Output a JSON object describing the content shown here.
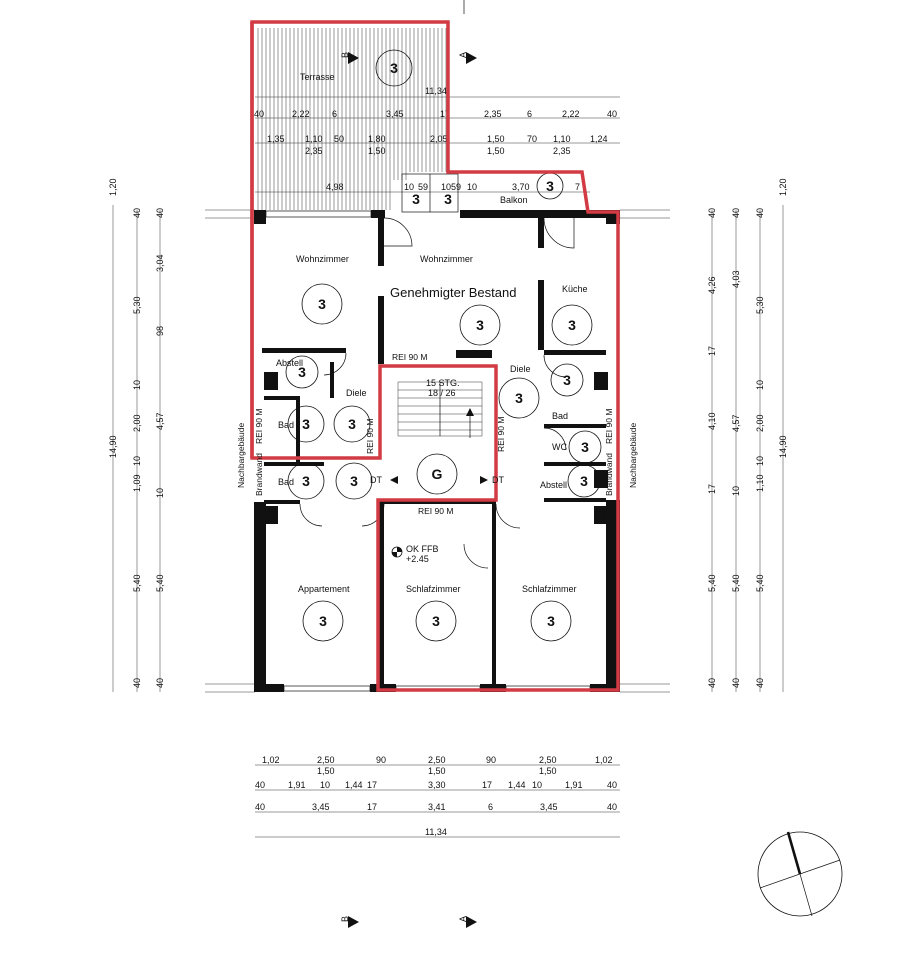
{
  "title": "Genehmigter Bestand",
  "rooms": {
    "terrasse": "Terrasse",
    "balkon": "Balkon",
    "wohnzimmer1": "Wohnzimmer",
    "wohnzimmer2": "Wohnzimmer",
    "kueche": "Küche",
    "abstell_left": "Abstell",
    "diele_left": "Diele",
    "diele_right": "Diele",
    "bad_left1": "Bad",
    "bad_left2": "Bad",
    "bad_right": "Bad",
    "wc": "WC",
    "abstell_right": "Abstell",
    "appartement": "Appartement",
    "schlafzimmer1": "Schlafzimmer",
    "schlafzimmer2": "Schlafzimmer"
  },
  "labels": {
    "rei_top": "REI 90 M",
    "rei_mid": "REI 90 M",
    "rei_left_v": "REI 90 M",
    "rei_right_v": "REI 90 M",
    "rei_outer_left": "REI 90 M",
    "rei_outer_right": "REI 90 M",
    "brandwand_left": "Brandwand",
    "brandwand_right": "Brandwand",
    "nachbar_left": "Nachbargebäude",
    "nachbar_right": "Nachbargebäude",
    "stair_1": "15 STG.",
    "stair_2": "18 / 26",
    "dt_left": "DT",
    "dt_right": "DT",
    "okffb_1": "OK FFB",
    "okffb_2": "+2.45",
    "section_b": "B",
    "section_a": "A"
  },
  "markers": {
    "three": "3",
    "g": "G"
  },
  "dims_top": {
    "row0": "11,34",
    "row1": [
      "40",
      "2,22",
      "6",
      "3,45",
      "17",
      "2,35",
      "6",
      "2,22",
      "40"
    ],
    "row2a": [
      "1,35",
      "1,10",
      "50",
      "1,80",
      "2,05",
      "1,50",
      "70",
      "1,10",
      "1,24"
    ],
    "row2b": [
      "2,35",
      "1,50",
      "1,50",
      "2,35"
    ],
    "row3": [
      "4,98",
      "10",
      "59",
      "10",
      "59",
      "10",
      "3,70",
      "7"
    ]
  },
  "dims_bottom": {
    "row1": [
      "1,02",
      "2,50",
      "90",
      "2,50",
      "90",
      "2,50",
      "1,02"
    ],
    "row1b": [
      "1,50",
      "1,50",
      "1,50"
    ],
    "row2": [
      "40",
      "1,91",
      "10",
      "1,44",
      "17",
      "3,30",
      "17",
      "1,44",
      "10",
      "1,91",
      "40"
    ],
    "row3": [
      "40",
      "3,45",
      "17",
      "3,41",
      "6",
      "3,45",
      "40"
    ],
    "row4": "11,34"
  },
  "dims_left": {
    "outer": [
      "1,20",
      "14,90"
    ],
    "mid": [
      "40",
      "5,30",
      "10",
      "2,00",
      "10",
      "1,09",
      "5,40",
      "40"
    ],
    "inner": [
      "40",
      "3,04",
      "98",
      "4,57",
      "10",
      "5,40",
      "40"
    ]
  },
  "dims_right": {
    "inner": [
      "40",
      "4,26",
      "17",
      "4,10",
      "17",
      "5,40",
      "40"
    ],
    "mid": [
      "40",
      "4,03",
      "4,57",
      "10",
      "5,40",
      "40"
    ],
    "outer": [
      "40",
      "5,30",
      "10",
      "2,00",
      "10",
      "1,10",
      "5,40",
      "40"
    ],
    "far": [
      "1,20",
      "14,90"
    ]
  },
  "colors": {
    "accent_red": "#d23b43",
    "wall": "#111111"
  }
}
